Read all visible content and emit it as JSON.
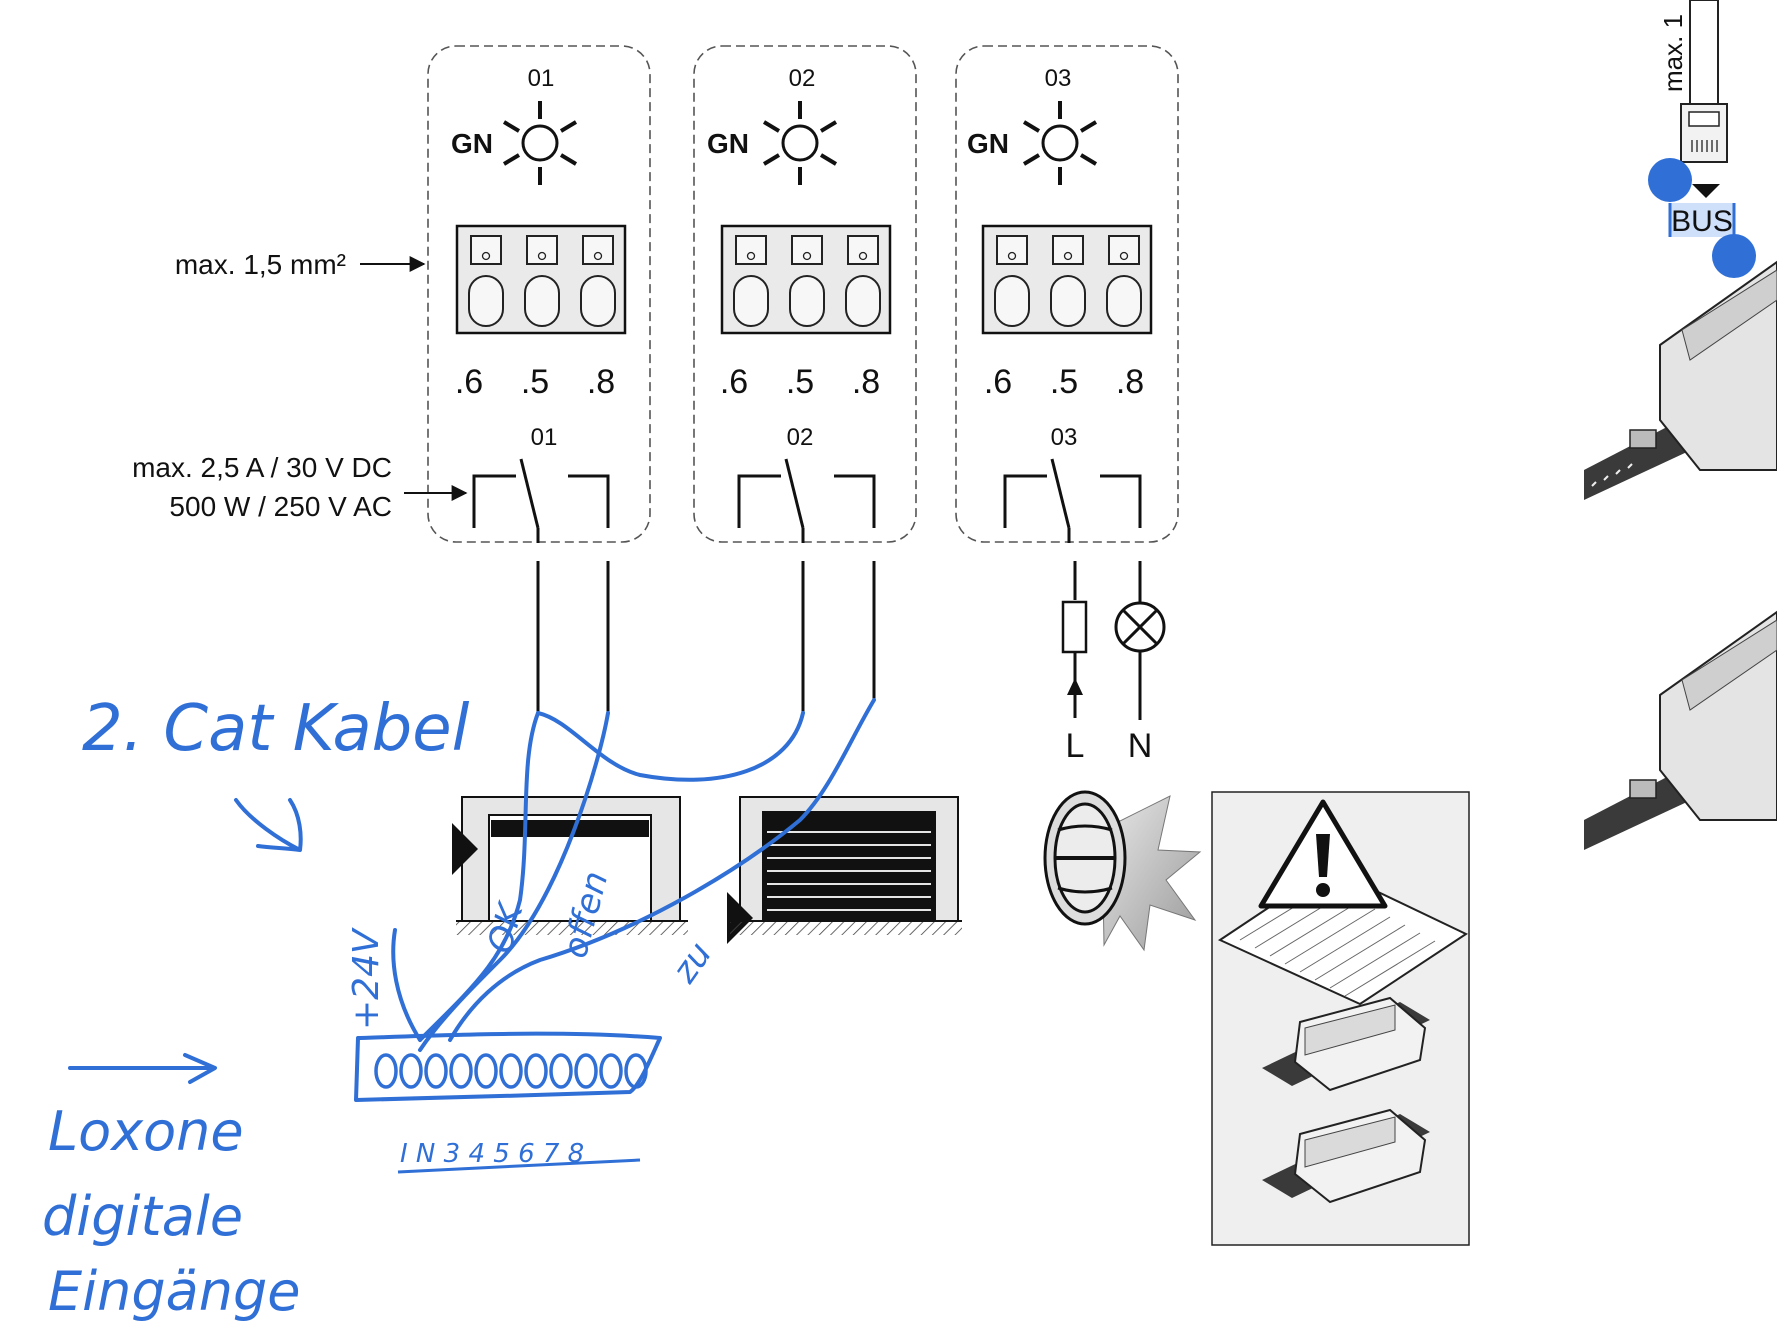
{
  "modules": [
    {
      "label": "01",
      "led": "GN",
      "terminals": [
        ".6",
        ".5",
        ".8"
      ],
      "relay_label": "01"
    },
    {
      "label": "02",
      "led": "GN",
      "terminals": [
        ".6",
        ".5",
        ".8"
      ],
      "relay_label": "02"
    },
    {
      "label": "03",
      "led": "GN",
      "terminals": [
        ".6",
        ".5",
        ".8"
      ],
      "relay_label": "03"
    }
  ],
  "annotations": {
    "wire_section": "max. 1,5 mm²",
    "relay_rating_1": "max. 2,5 A / 30 V DC",
    "relay_rating_2": "500 W / 250 V AC",
    "phase": "L",
    "neutral": "N",
    "bus": "BUS",
    "cable_length": "max. 1"
  },
  "handwriting": {
    "cable": "2. Cat Kabel",
    "plus24": "+24V",
    "ok": "OK",
    "offen": "offen",
    "zu": "zu",
    "loxone_1": "Loxone",
    "loxone_2": "digitale",
    "loxone_3": "Eingänge",
    "inputs": "I N 3 4 5 6 7 8"
  },
  "colors": {
    "ink": "#2f6fd6",
    "line": "#111111",
    "selection": "#2f6fd6"
  }
}
